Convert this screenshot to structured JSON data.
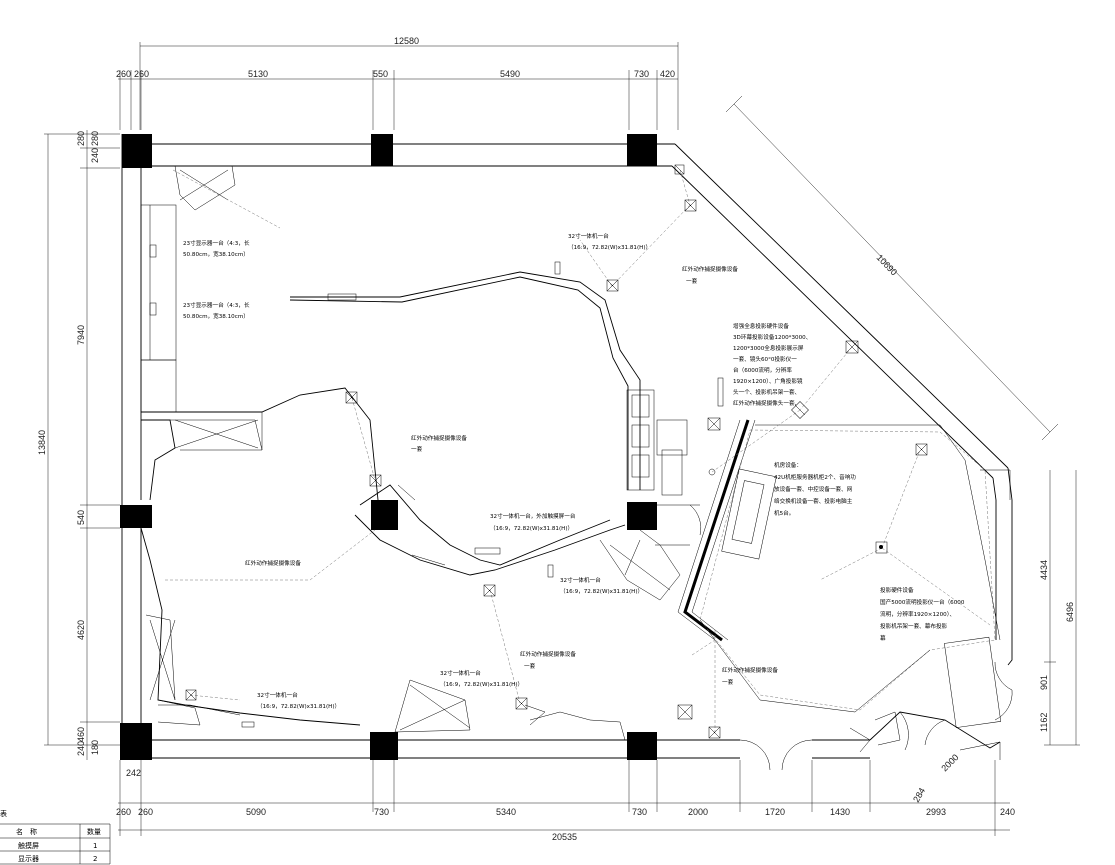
{
  "dimensions": {
    "top_total": "12580",
    "top_segments": [
      "260",
      "260",
      "5130",
      "550",
      "5490",
      "730",
      "420"
    ],
    "left_top": [
      "280",
      "280",
      "240"
    ],
    "left_mid": "7940",
    "left_total": "13840",
    "left_540": "540",
    "left_4620": "4620",
    "left_bottom": [
      "460",
      "180",
      "240"
    ],
    "diag": "10690",
    "right_4434": "4434",
    "right_6496": "6496",
    "right_901": "901",
    "right_1162": "1162",
    "bottom_segments": [
      "260",
      "242",
      "260",
      "5090",
      "730",
      "5340",
      "730",
      "2000",
      "1720",
      "1430",
      "2993",
      "240"
    ],
    "bottom_total": "20535",
    "door_2000": "2000",
    "door_284": "284"
  },
  "annotations": {
    "monitor_1": "23寸显示器一台（4:3，长",
    "monitor_1b": "50.80cm，宽38.10cm）",
    "monitor_2": "23寸显示器一台（4:3，长",
    "monitor_2b": "50.80cm，宽38.10cm）",
    "aio_top": "32寸一体机一台",
    "aio_top_b": "（16:9，72.82(W)x31.81(H)）",
    "ir_top": "红外动作捕捉摄像设备",
    "ir_top_b": "一套",
    "ir_left": "红外动作捕捉摄像设备",
    "ir_left_b": "一套",
    "ir_lower_left": "红外动作捕捉摄像设备",
    "ir_mid": "红外动作捕捉摄像设备",
    "ir_mid_b": "一套",
    "ir_right": "红外动作捕捉摄像设备",
    "ir_right_b": "一套",
    "aio_touch": "32寸一体机一台，外加触摸屏一台",
    "aio_touch_b": "（16:9，72.82(W)x31.81(H)）",
    "aio_mid": "32寸一体机一台",
    "aio_mid_b": "（16:9，72.82(W)x31.81(H)）",
    "aio_bottom": "32寸一体机一台",
    "aio_bottom_b": "（16:9，72.82(W)x31.81(H)）",
    "aio_left": "32寸一体机一台",
    "aio_left_b": "（16:9，72.82(W)x31.81(H)）",
    "vr_block": [
      "增强全息投影硬件设备",
      "3D环幕投影设备1200*3000、",
      "1200*3000全息投影展示屏",
      "一套、镜头60°0投影仪一",
      "台（6000流明，分辨率",
      "1920×1200）、广角投影镜",
      "头一个、投影机吊架一套、",
      "红外动作捕捉摄像头一套、"
    ],
    "machine_room": [
      "机房设备：",
      "42U机柜服务器机柜2个、音响功",
      "放设备一套、中控设备一套、网",
      "络交换机设备一套、投影电脑主",
      "机5台。"
    ],
    "projector_block": [
      "投影硬件设备",
      "国产5000流明投影仪一台（6000",
      "流明，分辨率1920×1200）、",
      "投影机吊架一套、幕布投影",
      "幕"
    ]
  },
  "legend": {
    "title": "表",
    "headers": [
      "名　称",
      "数量"
    ],
    "rows": [
      {
        "name": "触摸屏",
        "qty": "1"
      },
      {
        "name": "显示器",
        "qty": "2"
      }
    ]
  }
}
